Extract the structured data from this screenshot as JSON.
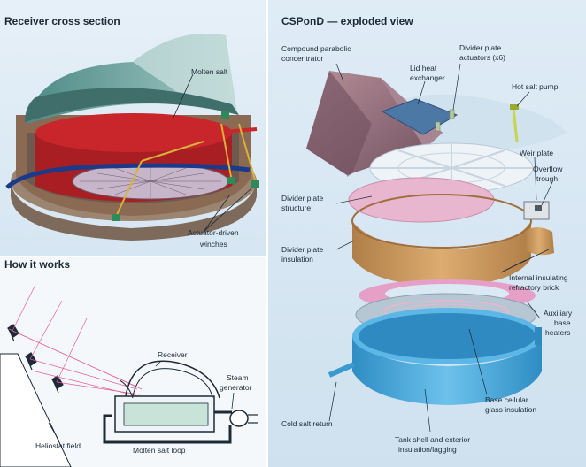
{
  "titles": {
    "receiver": "Receiver cross section",
    "how": "How it works",
    "exploded": "CSPonD — exploded view"
  },
  "labels": {
    "molten_salt": "Molten salt",
    "actuator_winches": [
      "Actuator-driven",
      "winches"
    ],
    "receiver": "Receiver",
    "steam_generator": [
      "Steam",
      "generator"
    ],
    "heliostat_field": "Heliostat field",
    "molten_salt_loop": "Molten salt loop",
    "cpc": [
      "Compound parabolic",
      "concentrator"
    ],
    "divider_actuators": [
      "Divider plate",
      "actuators (x6)"
    ],
    "lid_heat_exchanger": [
      "Lid heat",
      "exchanger"
    ],
    "hot_salt_pump": "Hot salt pump",
    "weir_plate": "Weir plate",
    "overflow_trough": [
      "Overflow",
      "trough"
    ],
    "divider_structure": [
      "Divider plate",
      "structure"
    ],
    "divider_insulation": [
      "Divider plate",
      "insulation"
    ],
    "internal_insulating": [
      "Internal insulating",
      "refractory brick"
    ],
    "aux_heaters": [
      "Auxiliary",
      "base",
      "heaters"
    ],
    "base_cellular": [
      "Base cellular",
      "glass insulation"
    ],
    "cold_salt_return": "Cold salt return",
    "tank_shell": [
      "Tank shell and exterior",
      "insulation/lagging"
    ]
  },
  "colors": {
    "salt_red": "#c8262a",
    "ring_brown": "#8a6a52",
    "loop_blue": "#1c3a8a",
    "actuator_yellow": "#d8b23a",
    "cpc_mauve": "#8b6675",
    "pink": "#e8b7cf",
    "tan": "#c7965c",
    "tank_blue": "#4aa6d8",
    "ray_pink": "#e0609a"
  }
}
